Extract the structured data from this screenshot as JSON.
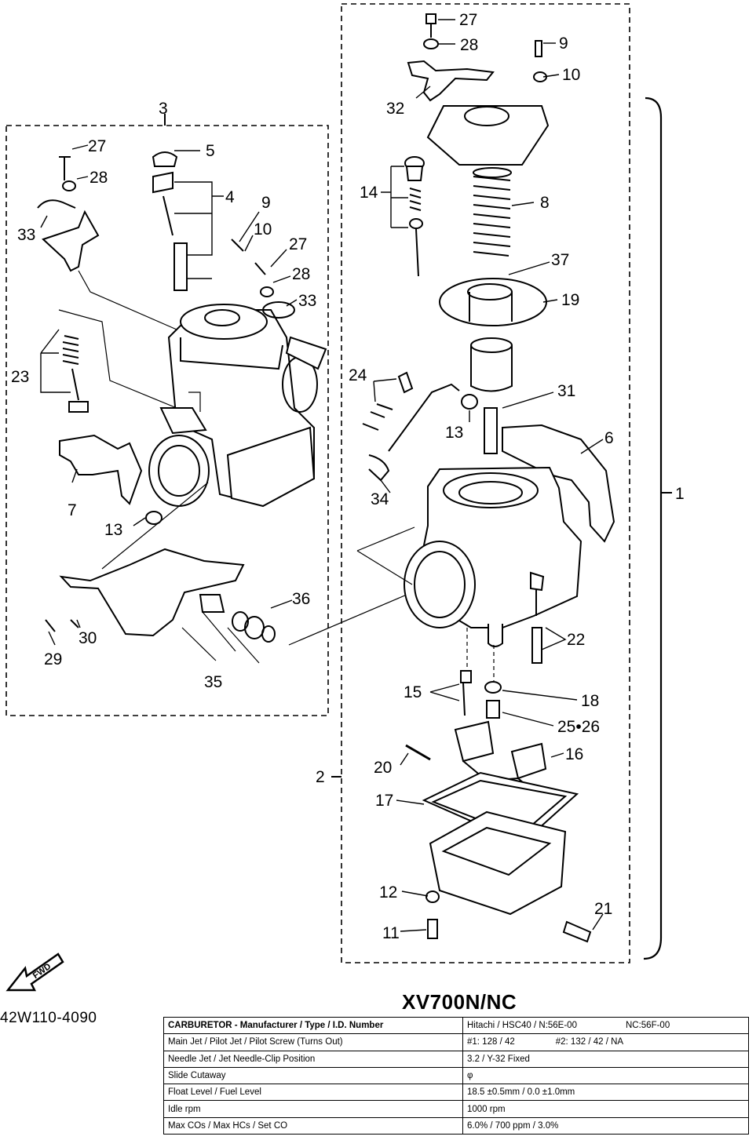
{
  "page": {
    "model_title": "XV700N/NC",
    "part_code": "42W110-4090",
    "front_marker_label": "FWD"
  },
  "callouts": {
    "n1": "1",
    "n2": "2",
    "n3": "3",
    "n4": "4",
    "n5": "5",
    "n6": "6",
    "n7": "7",
    "n8": "8",
    "n9a": "9",
    "n9b": "9",
    "n10a": "10",
    "n10b": "10",
    "n11": "11",
    "n12": "12",
    "n13a": "13",
    "n13b": "13",
    "n14": "14",
    "n15": "15",
    "n16": "16",
    "n17": "17",
    "n18": "18",
    "n19": "19",
    "n20": "20",
    "n21": "21",
    "n22": "22",
    "n23": "23",
    "n24": "24",
    "n25_26": "25•26",
    "n27a": "27",
    "n27b": "27",
    "n27c": "27",
    "n28a": "28",
    "n28b": "28",
    "n28c": "28",
    "n29": "29",
    "n30": "30",
    "n31": "31",
    "n32": "32",
    "n33a": "33",
    "n33b": "33",
    "n34": "34",
    "n35": "35",
    "n36": "36",
    "n37": "37"
  },
  "spec_table": {
    "rows": [
      {
        "label": "CARBURETOR - Manufacturer / Type / I.D. Number",
        "value": "Hitachi / HSC40 / N:56E-00",
        "extra": "NC:56F-00"
      },
      {
        "label": "Main Jet / Pilot Jet / Pilot Screw (Turns Out)",
        "value": "#1: 128 / 42",
        "extra": "#2: 132 / 42 / NA"
      },
      {
        "label": "Needle Jet / Jet Needle-Clip Position",
        "value": "3.2 / Y-32 Fixed",
        "extra": ""
      },
      {
        "label": "Slide Cutaway",
        "value": "φ",
        "extra": ""
      },
      {
        "label": "Float Level / Fuel Level",
        "value": "18.5 ±0.5mm / 0.0 ±1.0mm",
        "extra": ""
      },
      {
        "label": "Idle rpm",
        "value": "1000 rpm",
        "extra": ""
      },
      {
        "label": "Max COs / Max HCs / Set CO",
        "value": "6.0% / 700 ppm / 3.0%",
        "extra": ""
      }
    ]
  }
}
